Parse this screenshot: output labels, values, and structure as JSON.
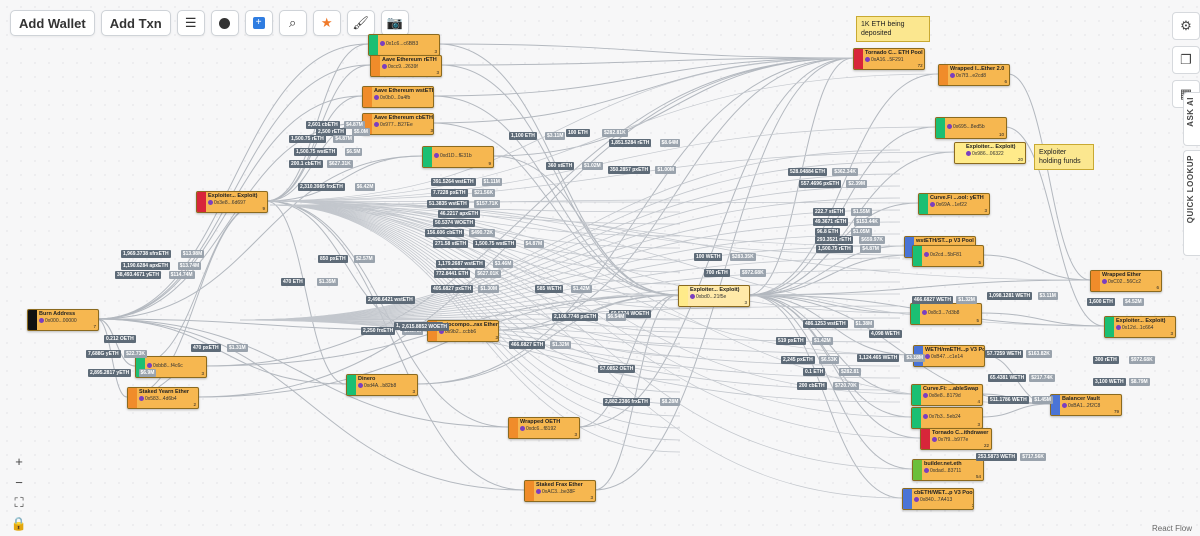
{
  "toolbar": {
    "add_wallet": "Add Wallet",
    "add_txn": "Add Txn"
  },
  "nodes": [
    {
      "id": "n0",
      "title": "",
      "addr": "0x1c6...c6BB3",
      "count": "3",
      "strip": "#1bbf73"
    },
    {
      "id": "n1",
      "title": "Aave Ethereum rETH",
      "addr": "0xcc9...2639f",
      "count": "3",
      "strip": "#f08c2a"
    },
    {
      "id": "n2",
      "title": "Aave Ethereum wstETH",
      "addr": "0x0b0...0a4fb",
      "count": "3",
      "strip": "#f08c2a"
    },
    {
      "id": "n3",
      "title": "Aave Ethereum cbETH",
      "addr": "0x977...B27Ee",
      "count": "3",
      "strip": "#f08c2a"
    },
    {
      "id": "n4",
      "title": "",
      "addr": "0xd1D...fE31b",
      "count": "9",
      "strip": "#1bbf73"
    },
    {
      "id": "n5",
      "title": "Exploiter... Exploit)",
      "addr": "0x3e8...6d697",
      "count": "9",
      "strip": "#d8263a"
    },
    {
      "id": "n6",
      "title": "Burn Address",
      "addr": "0x000...00000",
      "count": "7",
      "strip": "#111111"
    },
    {
      "id": "n7",
      "title": "",
      "addr": "0xbb8...f4c6c",
      "count": "3",
      "strip": "#1bbf73"
    },
    {
      "id": "n8",
      "title": "Staked Yearn Ether",
      "addr": "0x583...4d6b4",
      "count": "2",
      "strip": "#f08c2a"
    },
    {
      "id": "n9",
      "title": "Autocompo...rax Ether",
      "addr": "0x9b2...ccbb6",
      "count": "3",
      "strip": "#f08c2a"
    },
    {
      "id": "n10",
      "title": "Dinero",
      "addr": "0xd4A...b82b8",
      "count": "3",
      "strip": "#1bbf73"
    },
    {
      "id": "n11",
      "title": "Wrapped OETH",
      "addr": "0xdc6...f8192",
      "count": "3",
      "strip": "#f08c2a"
    },
    {
      "id": "n12",
      "title": "Staked Frax Ether",
      "addr": "0xAC3...be38F",
      "count": "3",
      "strip": "#f08c2a"
    },
    {
      "id": "n13",
      "title": "Tornado C... ETH Pool",
      "addr": "0xA16...5F291",
      "count": "72",
      "strip": "#d8263a"
    },
    {
      "id": "n14",
      "title": "Wrapped I...Ether 2.0",
      "addr": "0x7f3...e2cd8",
      "count": "6",
      "strip": "#f08c2a"
    },
    {
      "id": "n15",
      "title": "",
      "addr": "0x695...8ed5b",
      "count": "10",
      "strip": "#1bbf73"
    },
    {
      "id": "n16",
      "title": "Exploiter... Exploit)",
      "addr": "0x986...06322",
      "count": "20",
      "strip": "#ffeb8a"
    },
    {
      "id": "n17",
      "title": "Exploiter... Exploit)",
      "addr": "0xbd0...21f5e",
      "count": "3",
      "strip": "#ffeb8a"
    },
    {
      "id": "n18",
      "title": "Curve.Fi ...ool: yETH",
      "addr": "0x69A...1ef22",
      "count": "3",
      "strip": "#1bbf73"
    },
    {
      "id": "n19",
      "title": "wstETH/ST...p V3 Pool",
      "addr": "0xC5e...1fa87",
      "count": "3",
      "strip": "#4a74d6"
    },
    {
      "id": "n20",
      "title": "",
      "addr": "0x2cd...5bF81",
      "count": "5",
      "strip": "#1bbf73"
    },
    {
      "id": "n21",
      "title": "",
      "addr": "0x8c3...7d3b8",
      "count": "5",
      "strip": "#1bbf73"
    },
    {
      "id": "n22",
      "title": "WETH/rmETH...p V3 Pool",
      "addr": "0xB47...c1e14",
      "count": "7",
      "strip": "#4a74d6"
    },
    {
      "id": "n23",
      "title": "Curve.Fi: ...ableSwap",
      "addr": "0x8e8...8179d",
      "count": "4",
      "strip": "#1bbf73"
    },
    {
      "id": "n24",
      "title": "",
      "addr": "0x7b3...5eb24",
      "count": "3",
      "strip": "#1bbf73"
    },
    {
      "id": "n25",
      "title": "Tornado C...ithdrawer",
      "addr": "0x7f9...b977e",
      "count": "22",
      "strip": "#d8263a"
    },
    {
      "id": "n26",
      "title": "builder.net.eth",
      "addr": "0xdad...83711",
      "count": "54",
      "strip": "#6bbf3a"
    },
    {
      "id": "n27",
      "title": "cbETH/WET...p V3 Pool",
      "addr": "0x840...7A413",
      "count": "3",
      "strip": "#4a74d6"
    },
    {
      "id": "n28",
      "title": "Wrapped Ether",
      "addr": "0xC02...56Cc2",
      "count": "6",
      "strip": "#f08c2a"
    },
    {
      "id": "n29",
      "title": "Exploiter... Exploit)",
      "addr": "0x12d...1c664",
      "count": "3",
      "strip": "#1bbf73"
    },
    {
      "id": "n30",
      "title": "Balancer Vault",
      "addr": "0xBA1...2f2C8",
      "count": "79",
      "strip": "#4a74d6"
    }
  ],
  "notes": {
    "eth_deposit": "1K ETH being deposited",
    "holding": "Exploiter holding funds"
  },
  "labels": [
    {
      "t": "2,601 cbETH",
      "v": "$4.87M"
    },
    {
      "t": "2,500 rETH",
      "v": "$5.0M"
    },
    {
      "t": "1,500.75 rETH",
      "v": "$4.87M"
    },
    {
      "t": "1,500.75 wstETH",
      "v": "$6.5M"
    },
    {
      "t": "200.1 cbETH",
      "v": "$627.31K"
    },
    {
      "t": "2,310.3985 frxETH",
      "v": "$6.42M"
    },
    {
      "t": "1,969.3738 sfrxETH",
      "v": "$13.98M"
    },
    {
      "t": "1,190.6284 apxETH",
      "v": "$13.74M"
    },
    {
      "t": "38,493.4671 yETH",
      "v": "$114.74M"
    },
    {
      "t": "0.212 OETH",
      "v": ""
    },
    {
      "t": "7,688G yETH",
      "v": "$22.73K"
    },
    {
      "t": "2,895.2817 yETH",
      "v": "$6.9M"
    },
    {
      "t": "470 ETH",
      "v": "$1.35M"
    },
    {
      "t": "850 pxETH",
      "v": "$2.57M"
    },
    {
      "t": "470 pxETH",
      "v": "$1.31M"
    },
    {
      "t": "391.5264 wstETH",
      "v": "$1.11M"
    },
    {
      "t": "7.7228 pxETH",
      "v": "$21.56K"
    },
    {
      "t": "51.3835 wstETH",
      "v": "$157.71K"
    },
    {
      "t": "46.2217 apxETH",
      "v": ""
    },
    {
      "t": "50.5374 WOETH",
      "v": ""
    },
    {
      "t": "156.606 cbETH",
      "v": "$490.72K"
    },
    {
      "t": "271.58 stETH",
      "v": "$1.06M"
    },
    {
      "t": "1,500.75 wstETH",
      "v": "$4.87M"
    },
    {
      "t": "1,179.2687 wstETH",
      "v": "$3.46M"
    },
    {
      "t": "772.8441 ETH",
      "v": "$627.01K"
    },
    {
      "t": "405.6827 pxETH",
      "v": "$1.30M"
    },
    {
      "t": "2,498.6421 wstETH",
      "v": ""
    },
    {
      "t": "1,996.5212 apxETH",
      "v": ""
    },
    {
      "t": "2,250 frxETH",
      "v": "$6.57M"
    },
    {
      "t": "2,615.8852 WOETH",
      "v": ""
    },
    {
      "t": "1,100 ETH",
      "v": "$3.11M"
    },
    {
      "t": "100 ETH",
      "v": "$282.81K"
    },
    {
      "t": "1,851.5284 rETH",
      "v": "$8.64M"
    },
    {
      "t": "360 stETH",
      "v": "$1.02M"
    },
    {
      "t": "350.2857 pxETH",
      "v": "$1.00M"
    },
    {
      "t": "585 WETH",
      "v": "$1.42M"
    },
    {
      "t": "60.5374 WOETH",
      "v": ""
    },
    {
      "t": "466.6827 ETH",
      "v": "$1.32M"
    },
    {
      "t": "2,108.7748 pxETH",
      "v": "$6.54M"
    },
    {
      "t": "57.0852 OETH",
      "v": ""
    },
    {
      "t": "2,882.2386 frxETH",
      "v": "$8.28M"
    },
    {
      "t": "100 WETH",
      "v": "$283.35K"
    },
    {
      "t": "700 rETH",
      "v": "$972.68K"
    },
    {
      "t": "528.04884 ETH",
      "v": "$362.34K"
    },
    {
      "t": "557.4696 pxETH",
      "v": "$2.39M"
    },
    {
      "t": "466.6827 WETH",
      "v": "$1.32M"
    },
    {
      "t": "1,098.1281 WETH",
      "v": "$3.11M"
    },
    {
      "t": "1,600 ETH",
      "v": "$4.52M"
    },
    {
      "t": "300 rETH",
      "v": "$972.68K"
    },
    {
      "t": "3,100 WETH",
      "v": "$8.79M"
    },
    {
      "t": "57.7259 WETH",
      "v": "$163.82K"
    },
    {
      "t": "65.4381 WETH",
      "v": "$217.74K"
    },
    {
      "t": "511.1786 WETH",
      "v": "$1.45M"
    },
    {
      "t": "253.5873 WETH",
      "v": "$717.56K"
    },
    {
      "t": "4,098 WETH",
      "v": ""
    },
    {
      "t": "1,124.465 WETH",
      "v": "$3.18M"
    },
    {
      "t": "200 cbETH",
      "v": "$720.70K"
    },
    {
      "t": "486.1253 wstETH",
      "v": "$1.38M"
    },
    {
      "t": "2,245 pxETH",
      "v": "$6.53K"
    },
    {
      "t": "0.1 ETH",
      "v": "$282.81"
    },
    {
      "t": "519 pxETH",
      "v": "$1.42M"
    },
    {
      "t": "222.7 stETH",
      "v": "$1.55M"
    },
    {
      "t": "293.3521 rETH",
      "v": "$659.97K"
    },
    {
      "t": "49.3671 rETH",
      "v": "$153.44K"
    },
    {
      "t": "96.8 ETH",
      "v": "$1.05M"
    },
    {
      "t": "1,500.75 rETH",
      "v": "$4.87M"
    }
  ],
  "sidebar": {
    "ask_ai": "ASK AI",
    "quick_lookup": "QUICK LOOKUP"
  },
  "attribution": "React Flow"
}
